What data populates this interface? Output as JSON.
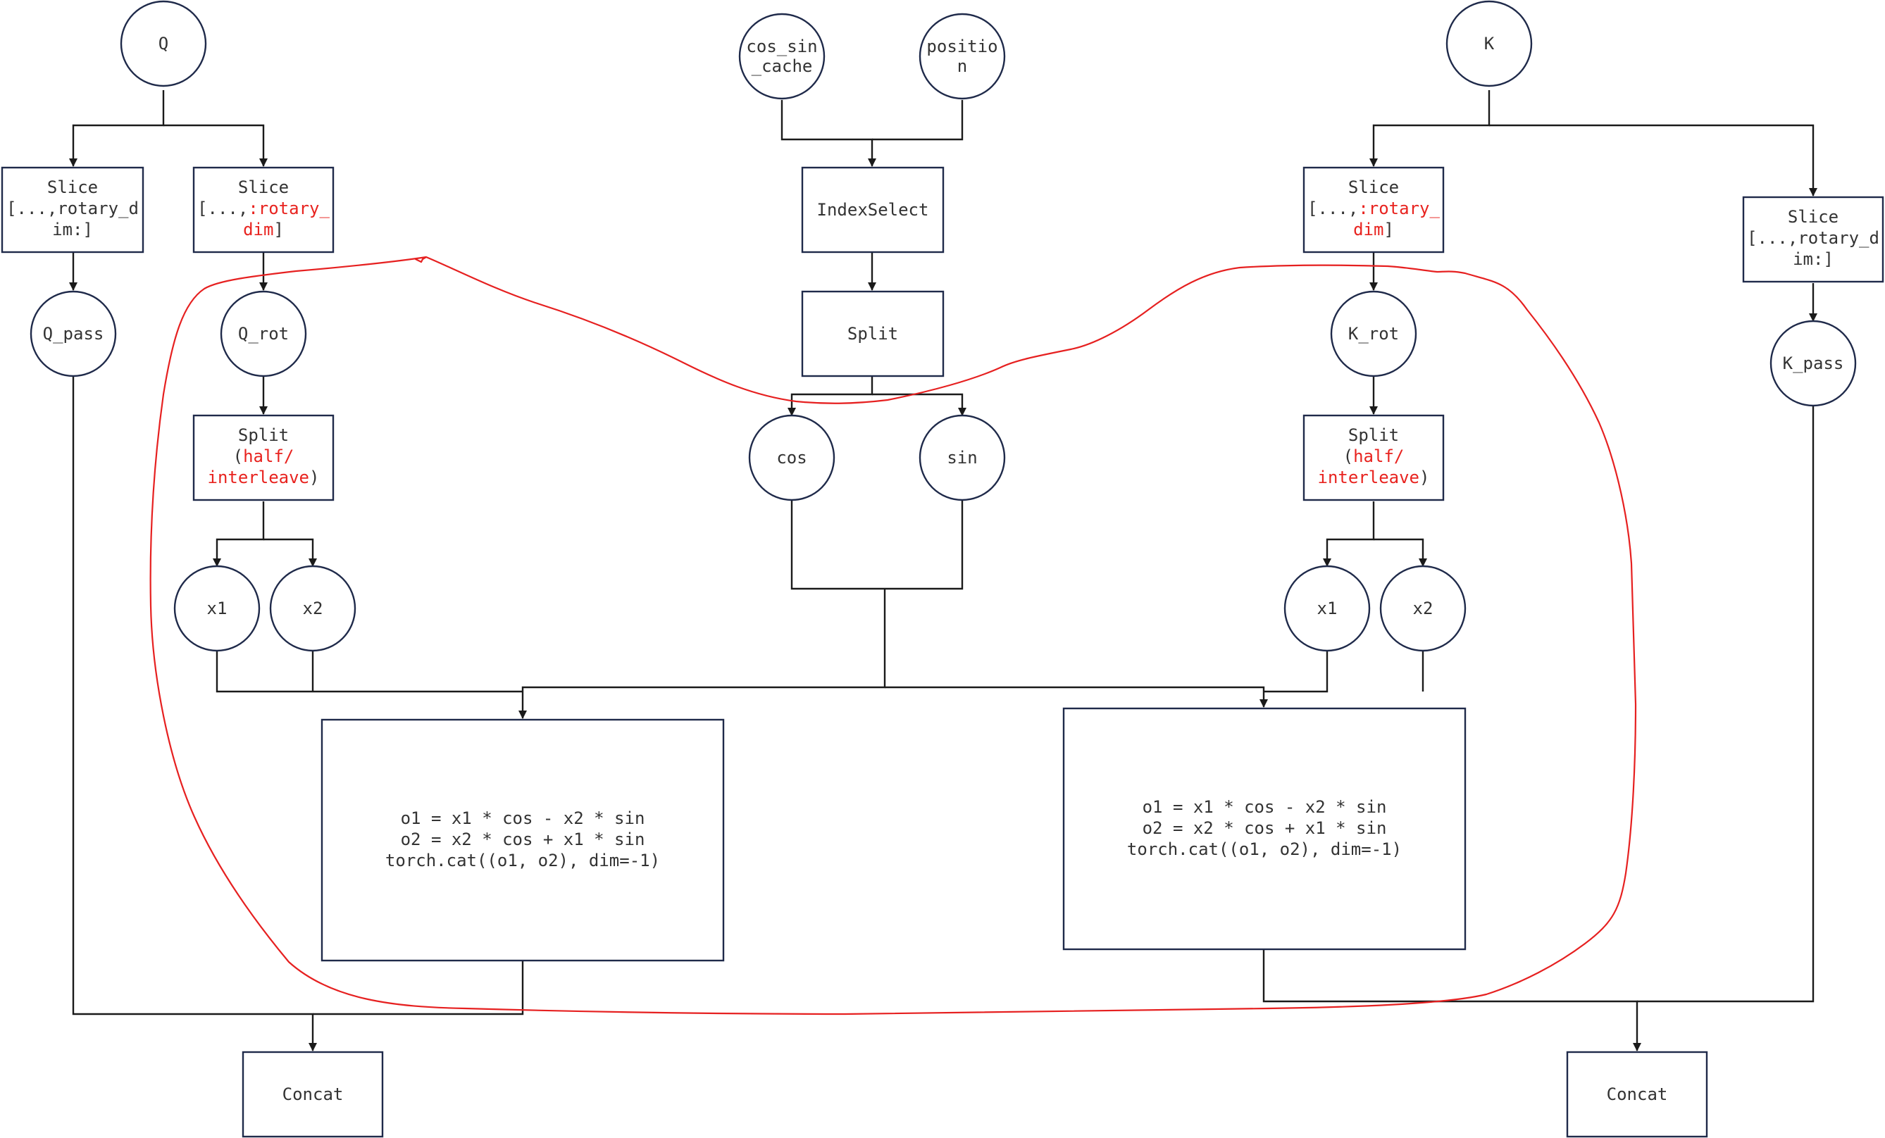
{
  "nodes": {
    "q": {
      "label": "Q"
    },
    "k": {
      "label": "K"
    },
    "cos_sin_cache": {
      "line1": "cos_sin",
      "line2": "_cache"
    },
    "position": {
      "line1": "positio",
      "line2": "n"
    },
    "q_slice_pass": {
      "line1": "Slice",
      "line2": "[...,rotary_d",
      "line3": "im:]"
    },
    "q_slice_rot": {
      "line1": "Slice",
      "line2_plain": "[...,",
      "line2_hl": ":rotary_",
      "line3_hl": "dim",
      "line3_plain": "]"
    },
    "k_slice_rot": {
      "line1": "Slice",
      "line2_plain": "[...,",
      "line2_hl": ":rotary_",
      "line3_hl": "dim",
      "line3_plain": "]"
    },
    "k_slice_pass": {
      "line1": "Slice",
      "line2": "[...,rotary_d",
      "line3": "im:]"
    },
    "index_select": {
      "label": "IndexSelect"
    },
    "split_cs": {
      "label": "Split"
    },
    "q_pass": {
      "label": "Q_pass"
    },
    "q_rot": {
      "label": "Q_rot"
    },
    "k_rot": {
      "label": "K_rot"
    },
    "k_pass": {
      "label": "K_pass"
    },
    "q_split": {
      "line1": "Split",
      "line2_open": "(",
      "line2_hl": "half/",
      "line3_hl": "interleave",
      "line3_close": ")"
    },
    "k_split": {
      "line1": "Split",
      "line2_open": "(",
      "line2_hl": "half/",
      "line3_hl": "interleave",
      "line3_close": ")"
    },
    "cos": {
      "label": "cos"
    },
    "sin": {
      "label": "sin"
    },
    "q_x1": {
      "label": "x1"
    },
    "q_x2": {
      "label": "x2"
    },
    "k_x1": {
      "label": "x1"
    },
    "k_x2": {
      "label": "x2"
    },
    "q_formula": {
      "line1": "o1 = x1 * cos - x2 * sin",
      "line2": "o2 = x2 * cos + x1 * sin",
      "line3": "torch.cat((o1, o2), dim=-1)"
    },
    "k_formula": {
      "line1": "o1 = x1 * cos - x2 * sin",
      "line2": "o2 = x2 * cos + x1 * sin",
      "line3": "torch.cat((o1, o2), dim=-1)"
    },
    "q_concat": {
      "label": "Concat"
    },
    "k_concat": {
      "label": "Concat"
    }
  },
  "colors": {
    "node_border": "#1f2a4a",
    "text": "#333333",
    "highlight_text": "#e8231f",
    "annotation": "#e62020",
    "edge": "#1a1a1a"
  }
}
